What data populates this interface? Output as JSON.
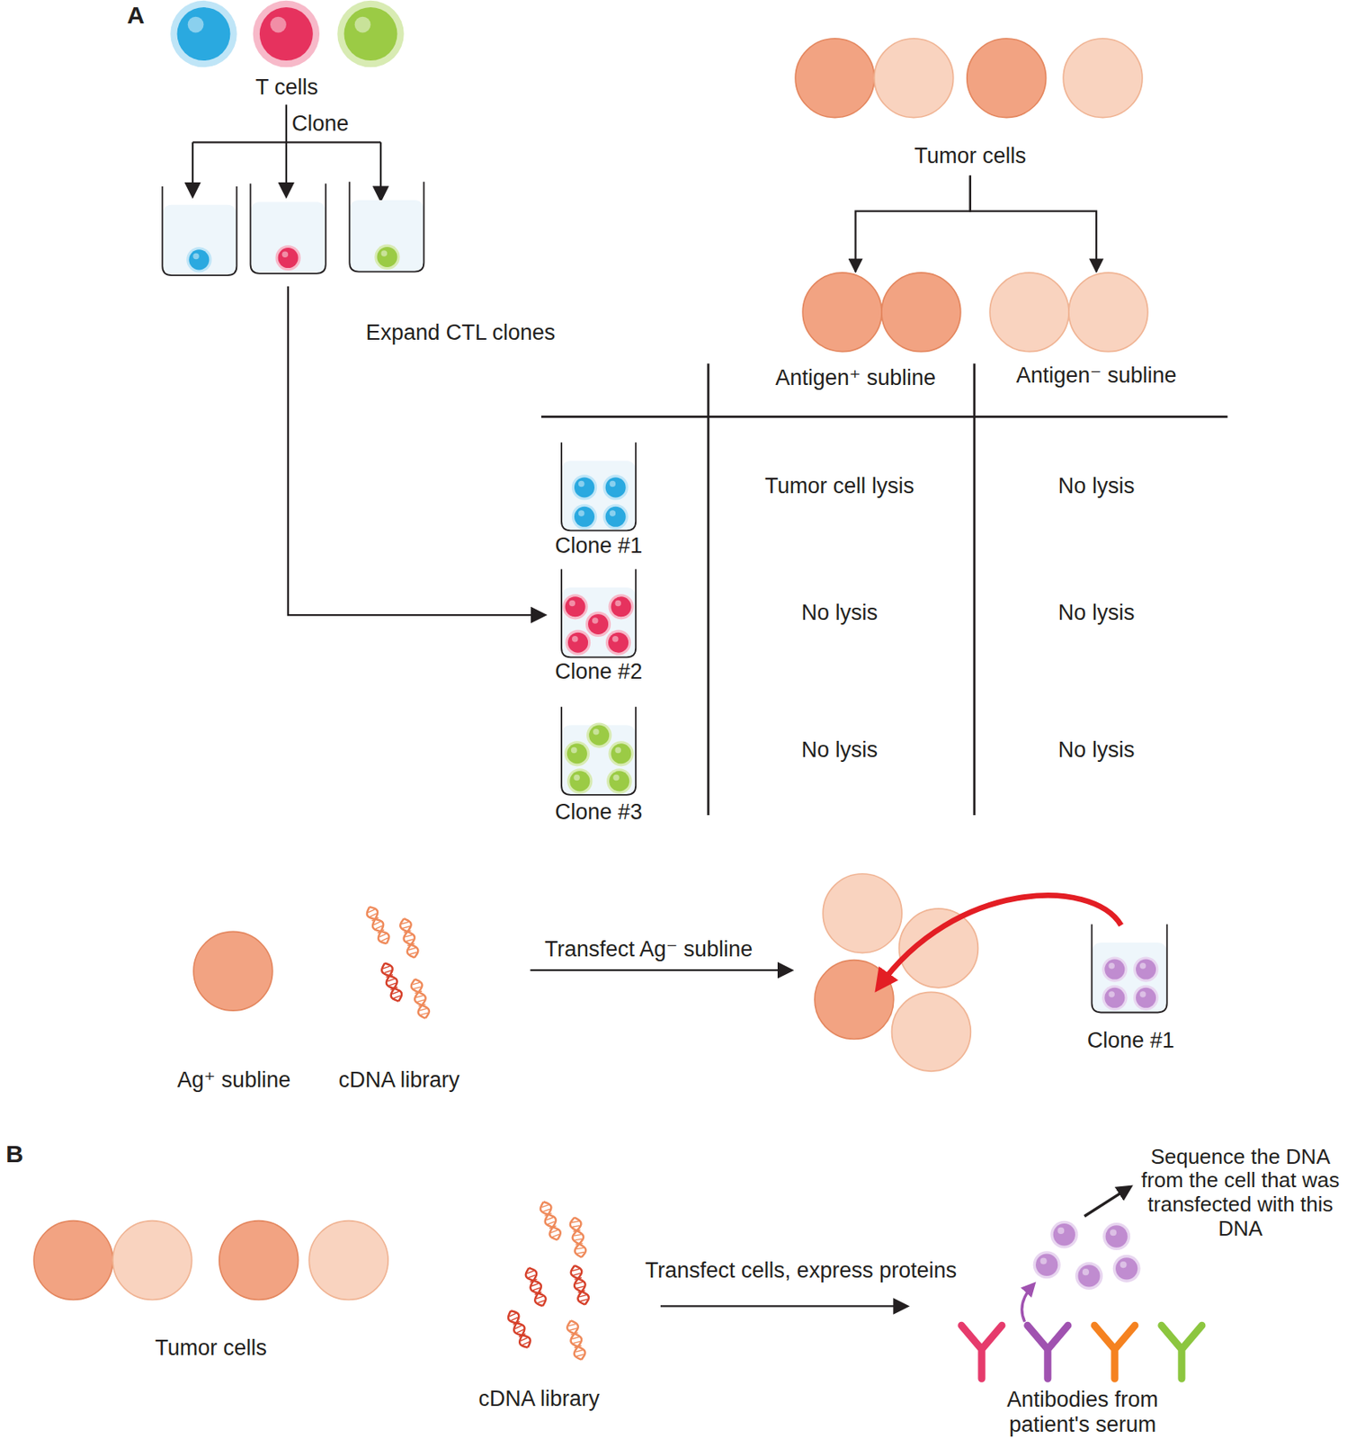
{
  "diagram": {
    "nodes": [
      {
        "text": [
          "T cells"
        ]
      },
      {
        "text": [
          "Tumor cells"
        ]
      },
      {
        "text": [
          "Antigen⁺ subline"
        ]
      },
      {
        "text": [
          "Antigen⁻ subline"
        ]
      },
      {
        "text": [
          "Clone #1"
        ]
      },
      {
        "text": [
          "Clone #2"
        ]
      },
      {
        "text": [
          "Clone #3"
        ]
      },
      {
        "text": [
          "Ag⁺ subline"
        ]
      },
      {
        "text": [
          "cDNA library"
        ]
      },
      {
        "text": [
          "Clone #1"
        ]
      },
      {
        "text": [
          "Tumor cells"
        ]
      },
      {
        "text": [
          "cDNA library"
        ]
      },
      {
        "text": [
          "Antibodies from patient's serum"
        ]
      }
    ],
    "edges": [
      {
        "from": 1,
        "to": 2,
        "arrow": "to"
      },
      {
        "from": 1,
        "to": 3,
        "arrow": "to"
      }
    ],
    "labels": [
      "A",
      "Clone",
      "Expand CTL clones",
      "Tumor cell lysis",
      "No lysis",
      "No lysis",
      "No lysis",
      "No lysis",
      "No lysis",
      "Transfect Ag⁻ subline",
      "B",
      "Transfect cells, express proteins",
      "Sequence the DNA from the cell that was transfected with this DNA"
    ]
  }
}
